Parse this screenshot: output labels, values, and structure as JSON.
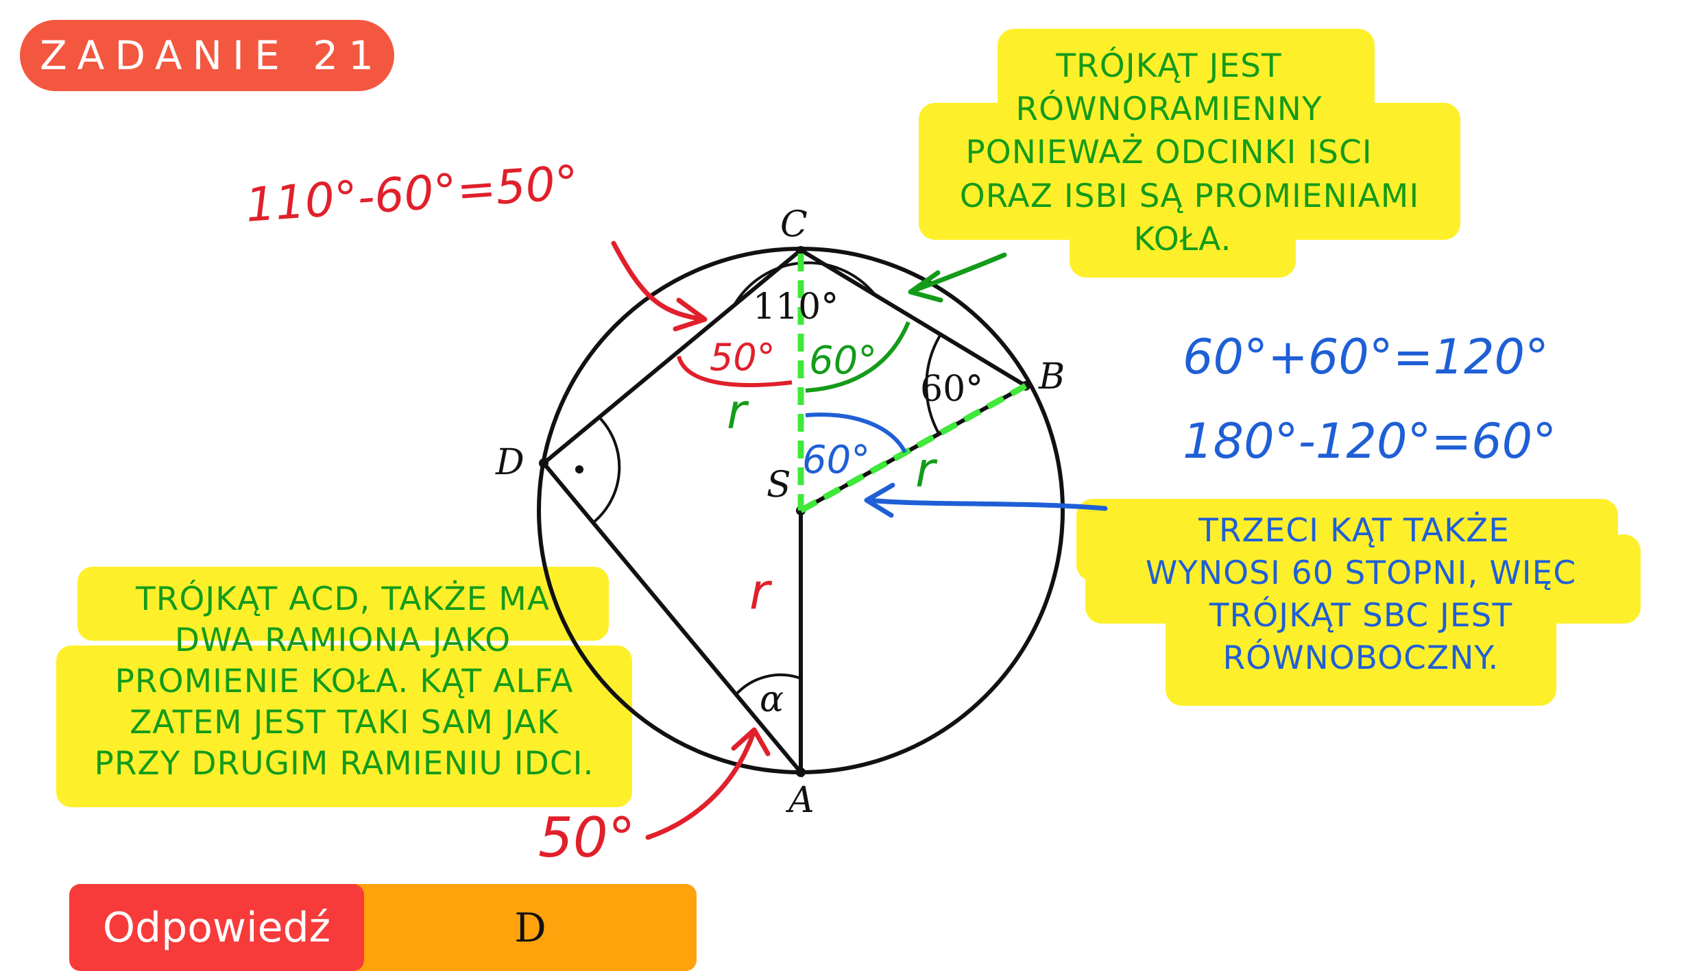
{
  "title": "ZADANIE 21",
  "points": {
    "C": "C",
    "B": "B",
    "D": "D",
    "S": "S",
    "A": "A"
  },
  "angles": {
    "C": "110°",
    "B": "60°",
    "A": "α"
  },
  "handwritten": {
    "formula_red": "110°-60°=50°",
    "angle_red_top": "50°",
    "angle_green_top": "60°",
    "angle_blue": "60°",
    "radius_green_left": "r",
    "radius_green_right": "r",
    "radius_red": "r",
    "answer_alpha": "50°",
    "formula_blue_1": "60°+60°=120°",
    "formula_blue_2": "180°-120°=60°"
  },
  "notes": {
    "top": [
      "TRÓJKĄT JEST",
      "RÓWNORAMIENNY",
      "PONIEWAŻ ODCINKI ISCI",
      "ORAZ ISBI SĄ PROMIENIAMI",
      "KOŁA."
    ],
    "right": [
      "TRZECI KĄT TAKŻE",
      "WYNOSI 60 STOPNI, WIĘC",
      "TRÓJKĄT SBC JEST",
      "RÓWNOBOCZNY."
    ],
    "left": [
      "TRÓJKĄT ACD, TAKŻE MA",
      "DWA RAMIONA JAKO",
      "PROMIENIE KOŁA. KĄT ALFA",
      "ZATEM JEST TAKI SAM JAK",
      "PRZY DRUGIM RAMIENIU IDCI."
    ]
  },
  "answer": {
    "label": "Odpowiedź",
    "value": "D"
  },
  "colors": {
    "badge": "#f4573f",
    "note_bg": "#fdf02b",
    "green": "#149b1a",
    "dashed": "#3fe83a",
    "red": "#e0202b",
    "blue": "#1f5fd6",
    "answer_label": "#f73b3b",
    "answer_bar": "#ffa20c"
  }
}
